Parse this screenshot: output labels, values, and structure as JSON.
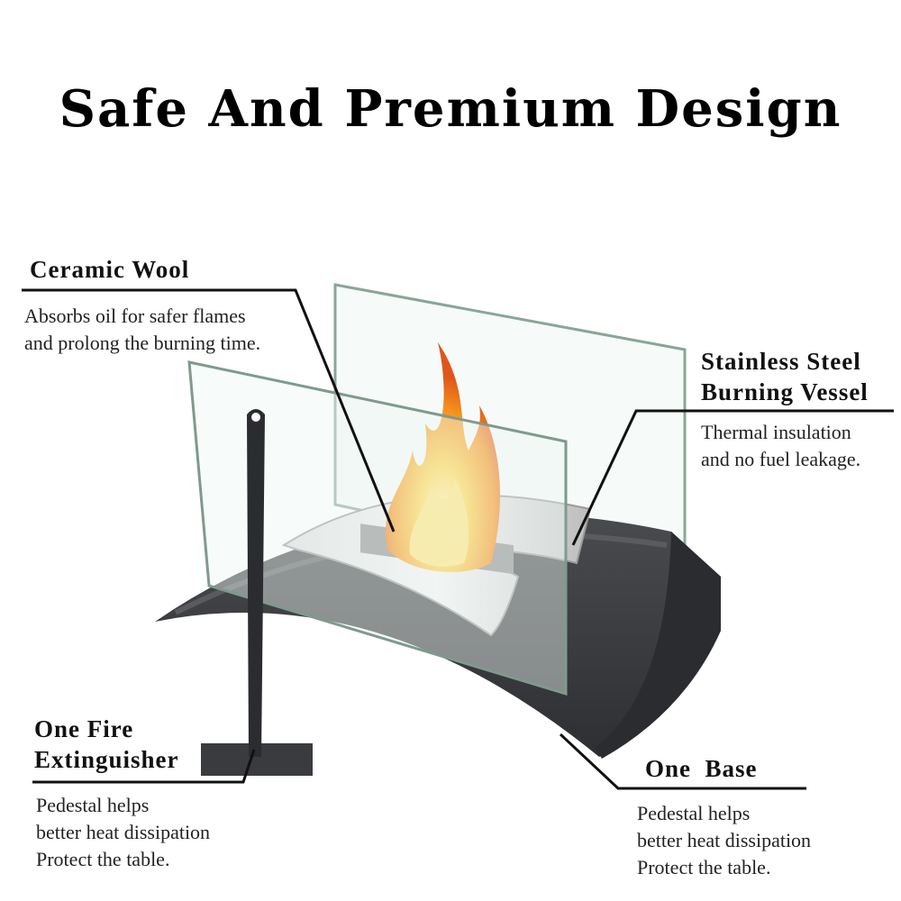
{
  "title": "Safe And Premium Design",
  "callouts": {
    "ceramic_wool": {
      "heading": "Ceramic Wool",
      "description": [
        "Absorbs oil for safer flames",
        "and prolong the burning time."
      ]
    },
    "steel_vessel": {
      "heading": [
        "Stainless Steel",
        "Burning Vessel"
      ],
      "description": [
        "Thermal insulation",
        "and no fuel leakage."
      ]
    },
    "extinguisher": {
      "heading": [
        "One Fire",
        "Extinguisher"
      ],
      "description": [
        "Pedestal helps",
        "better heat dissipation",
        "Protect the table."
      ]
    },
    "base": {
      "heading": "One  Base",
      "description": [
        "Pedestal helps",
        "better heat dissipation",
        "Protect the table."
      ]
    }
  },
  "colors": {
    "base_body": "#3a3b3e",
    "flame_outer": "#f7941d",
    "flame_inner": "#ffd54a",
    "glass_edge": "#7f9a8c"
  }
}
